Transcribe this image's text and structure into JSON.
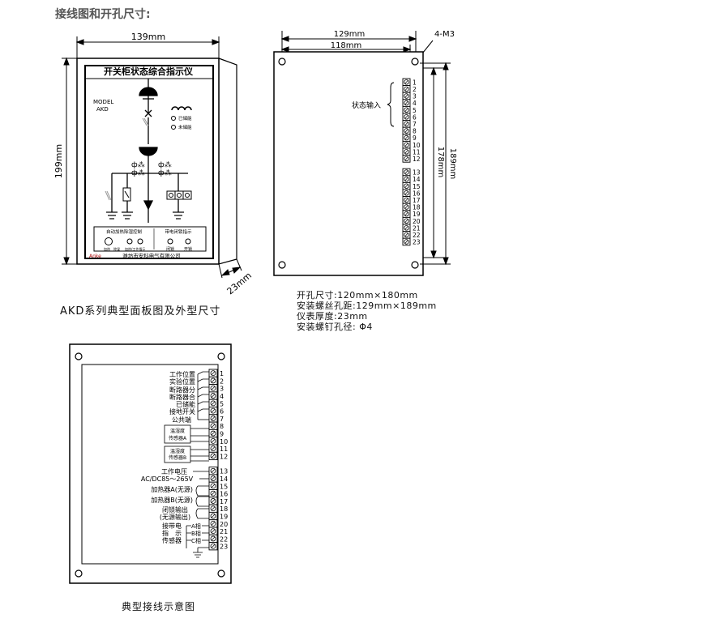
{
  "page": {
    "title": "接线图和开孔尺寸:"
  },
  "front_panel": {
    "dim_width": "139mm",
    "dim_height": "199mm",
    "dim_depth": "23mm",
    "device_title": "开关柜状态综合指示仪",
    "model_label": "MODEL",
    "model_value": "AKD",
    "stored_label": "已储能",
    "unstored_label": "未储能",
    "heater_control_label": "自动加热除湿控制",
    "live_indicator_label": "带电闭锁指示",
    "lock_label": "闭锁",
    "unlock_label": "开锁",
    "heater_small_1": "加热",
    "heater_small_2": "除湿",
    "heater_small_3": "加热/工作指示",
    "brand_logo": "Anke",
    "company": "潍坊市安科电气有限公司"
  },
  "front_caption": "AKD系列典型面板图及外型尺寸",
  "rear_panel": {
    "dim_129": "129mm",
    "dim_118": "118mm",
    "dim_178": "178mm",
    "dim_189": "189mm",
    "screw_label": "4-M3",
    "status_input_label": "状态输入",
    "terminals": [
      "1",
      "2",
      "3",
      "4",
      "5",
      "6",
      "7",
      "8",
      "9",
      "10",
      "11",
      "12",
      "13",
      "14",
      "15",
      "16",
      "17",
      "18",
      "19",
      "20",
      "21",
      "22",
      "23"
    ]
  },
  "notes": [
    "开孔尺寸:120mm×180mm",
    "安装螺丝孔距:129mm×189mm",
    "仪表厚度:23mm",
    "安装螺钉孔径: Φ4"
  ],
  "wiring": {
    "labels": {
      "t1": "工作位置",
      "t2": "实验位置",
      "t3": "断路器分",
      "t4": "断路器合",
      "t5": "已储能",
      "t6": "接地开关",
      "t7": "公共端",
      "sensor_a_1": "温湿度",
      "sensor_a_2": "传感器A",
      "sensor_b_1": "温湿度",
      "sensor_b_2": "传感器B",
      "power_1": "工作电压",
      "power_2": "AC/DC85～265V",
      "heater_a": "加热器A(无源)",
      "heater_b": "加热器B(无源)",
      "lock_out_1": "闭锁输出",
      "lock_out_2": "(无源输出)",
      "live_1": "接带电",
      "live_2": "指　示",
      "live_3": "传感器",
      "phase_a": "A相",
      "phase_b": "B相",
      "phase_c": "C相"
    },
    "terminals": [
      "1",
      "2",
      "3",
      "4",
      "5",
      "6",
      "7",
      "8",
      "9",
      "10",
      "11",
      "12",
      "13",
      "14",
      "15",
      "16",
      "17",
      "18",
      "19",
      "20",
      "21",
      "22",
      "23"
    ]
  },
  "wiring_caption": "典型接线示意图"
}
